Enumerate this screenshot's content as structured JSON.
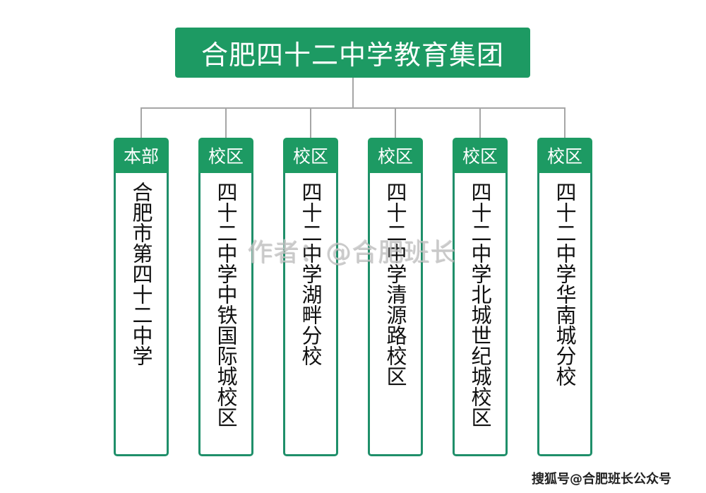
{
  "root": {
    "label": "合肥四十二中学教育集团"
  },
  "nodes": [
    {
      "header": "本部",
      "name": "合肥市第四十二中学"
    },
    {
      "header": "校区",
      "name": "四十二中学中铁国际城校区"
    },
    {
      "header": "校区",
      "name": "四十二中学湖畔分校"
    },
    {
      "header": "校区",
      "name": "四十二中学清源路校区"
    },
    {
      "header": "校区",
      "name": "四十二中学北城世纪城校区"
    },
    {
      "header": "校区",
      "name": "四十二中学华南城分校"
    }
  ],
  "watermark": "作者：@合肥班长",
  "credit": "搜狐号@合肥班长公众号",
  "colors": {
    "accent": "#1d9a63",
    "border": "#1f8f6a",
    "connector": "#a6a6a6"
  }
}
